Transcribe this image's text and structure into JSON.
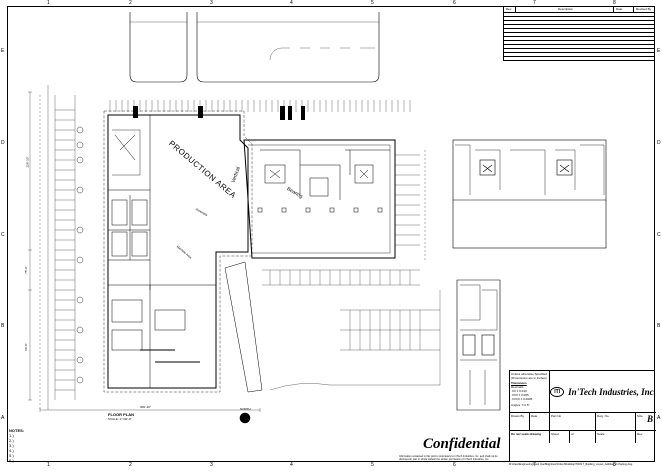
{
  "sheet": {
    "columns": [
      "1",
      "2",
      "3",
      "4",
      "5",
      "6",
      "7",
      "8"
    ],
    "rows": [
      "E",
      "D",
      "C",
      "B",
      "A"
    ]
  },
  "revision_table": {
    "headers": {
      "rev": "Rev",
      "description": "Description",
      "date": "Date",
      "revised_by": "Revised By"
    }
  },
  "plan": {
    "production_area": "PRODUCTION AREA",
    "label_2": "Vertical",
    "label_3": "Bearing",
    "label_4": "Assembly",
    "label_5": "Machine Area",
    "floor_plan_title": "FLOOR PLAN",
    "floor_plan_scale": "SCALE: 1\"=30'-0\"",
    "north": "NORTH",
    "dim_left_top": "228'-10\"",
    "dim_left_mid": "75'-0\"",
    "dim_left_bot": "60'-0\"",
    "dim_right": "300'-10\""
  },
  "title_block": {
    "tol_header": "Unless otherwise Specified",
    "tol_sub": "(Dimensions are in Inches)",
    "tol_title": "Tolerances",
    "tol_decimals": "Decimals",
    "tol_1": ".XX    ±  0.010",
    "tol_2": ".XXX   ±  0.005",
    "tol_3": ".XXXX  ±  0.0005",
    "tol_angles": "Angles:   ±  0.5°",
    "logo_text": "ITI",
    "company_name": "In'Tech Industries, Inc.",
    "drawn_by": "Drawn By",
    "date": "Date",
    "part_no": "Part No",
    "dwg_no": "Dwg. No.",
    "size": "Size",
    "size_value": "B",
    "do_not_scale": "Do not scale drawing",
    "sheet": "Sheet",
    "of": "of",
    "scale": "Scale",
    "rev": "Rev"
  },
  "confidential": "Confidential",
  "confidential_note": "Information contained in this print is proprietary to In'Tech Industries, Inc. and shall not be disclosed in part or whole without the written permission of In'Tech Industries, Inc.",
  "notes": {
    "title": "NOTES:",
    "items": [
      "1.)",
      "2.)",
      "3.)",
      "4.)",
      "5.)",
      "6.)"
    ]
  },
  "filepath": "M:\\Client\\Engineering\\Land Use\\Bldg\\Intech\\Client\\Building\\ITI009 T_Building_Layout_Addition_2x Parking.dwg"
}
